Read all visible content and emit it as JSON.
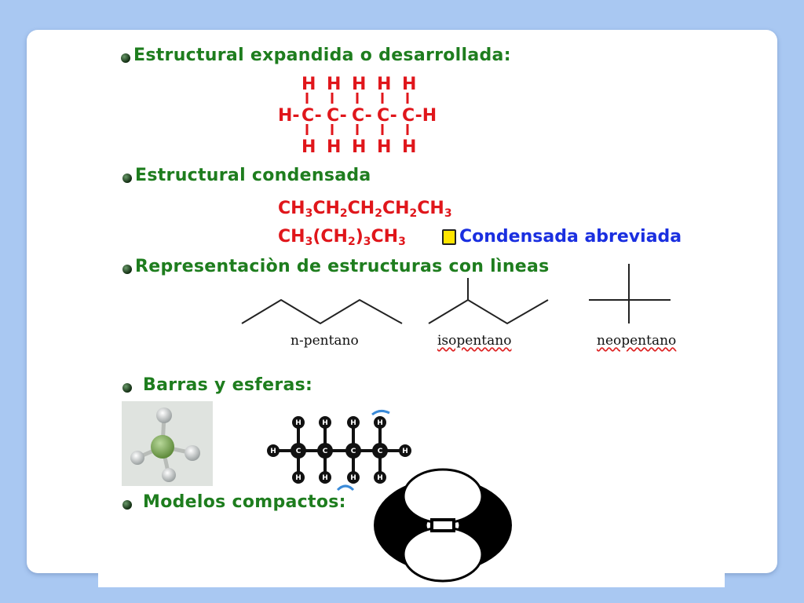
{
  "headings": {
    "expanded": "Estructural expandida o desarrollada:",
    "condensed": "Estructural condensada",
    "lines": "Representaciòn de estructuras con lìneas",
    "balls": "Barras y esferas:",
    "compact": "Modelos compactos:"
  },
  "expanded_formula": {
    "top_h": [
      "H",
      "H",
      "H",
      "H",
      "H"
    ],
    "middle": [
      "H-",
      "C-",
      "C-",
      "C-",
      "C-",
      "C-H"
    ],
    "bottom_h": [
      "H",
      "H",
      "H",
      "H",
      "H"
    ]
  },
  "condensed": {
    "line1": [
      "CH",
      "3",
      "CH",
      "2",
      "CH",
      "2",
      "CH",
      "2",
      "CH",
      "3"
    ],
    "line2": [
      "CH",
      "3",
      "(CH",
      "2",
      ")",
      "3",
      "CH",
      "3"
    ],
    "abbrev_label": "Condensada abreviada"
  },
  "skeletal": {
    "n_pentane": "n-pentano",
    "isopentane": "isopentano",
    "neopentane": "neopentano"
  },
  "ball_stick": {
    "atom_labels_top": [
      "H",
      "H",
      "H",
      "H"
    ],
    "atom_labels_mid": [
      "H",
      "C",
      "C",
      "C",
      "C",
      "H"
    ],
    "atom_labels_bottom": [
      "H",
      "H",
      "H",
      "H"
    ]
  },
  "colors": {
    "background": "#a9c8f2",
    "heading": "#1e7d1e",
    "formula": "#e0161b",
    "abbrev": "#1a2fe0"
  }
}
